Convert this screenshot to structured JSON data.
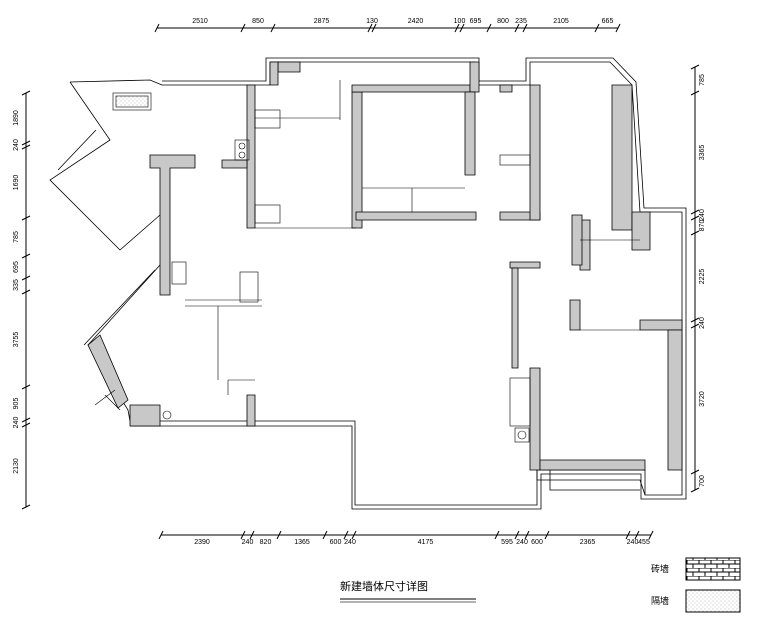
{
  "title": "新建墙体尺寸详图",
  "legend": [
    {
      "label": "砖墙",
      "pattern": "brick"
    },
    {
      "label": "隔墙",
      "pattern": "dots"
    }
  ],
  "dimensions": {
    "top": [
      "2510",
      "850",
      "2875",
      "130",
      "2420",
      "100",
      "695",
      "800",
      "235",
      "2105",
      "665"
    ],
    "bottom": [
      "2390",
      "240",
      "820",
      "1365",
      "600",
      "240",
      "4175",
      "595",
      "240",
      "600",
      "2365",
      "240",
      "455"
    ],
    "left": [
      "1890",
      "240",
      "1690",
      "785",
      "695",
      "335",
      "3755",
      "905",
      "240",
      "2130"
    ],
    "right": [
      "785",
      "3365",
      "240",
      "870",
      "2225",
      "240",
      "3720",
      "700"
    ]
  },
  "colors": {
    "wall_fill": "#c8c8c8",
    "line": "#000000"
  }
}
